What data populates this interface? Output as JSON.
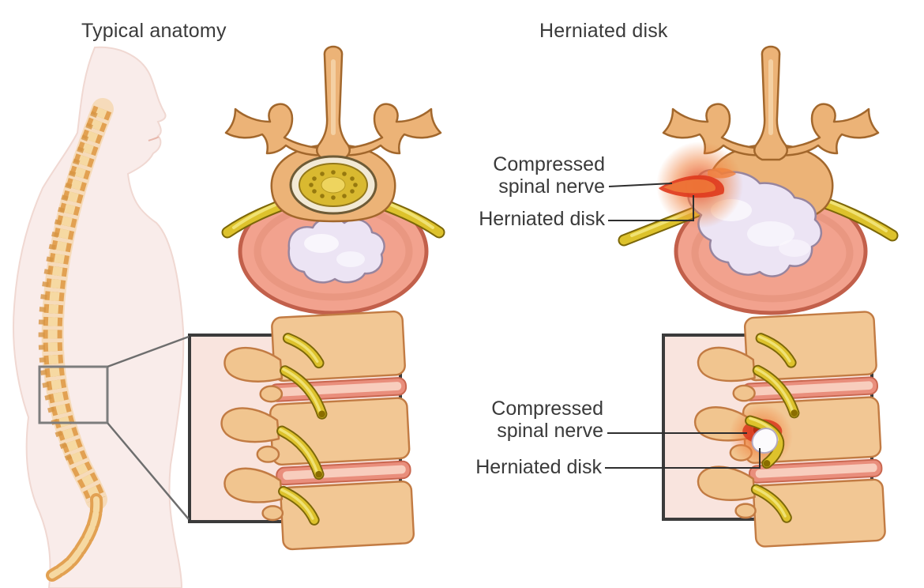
{
  "titles": {
    "left": "Typical anatomy",
    "right": "Herniated disk"
  },
  "callouts": {
    "top": {
      "compressed_nerve": "Compressed spinal nerve",
      "herniated_disk": "Herniated disk"
    },
    "bottom": {
      "compressed_nerve": "Compressed spinal nerve",
      "herniated_disk": "Herniated disk"
    }
  },
  "colors": {
    "page_bg": "#ffffff",
    "label_text": "#3a3a3a",
    "leader_line": "#2e2e2e",
    "inset_border": "#3b3b3b",
    "magnifier_box": "#7d7d7d",
    "bone": "#ecb377",
    "bone_outline": "#a2672c",
    "bone_highlight": "#f8ddb6",
    "spinal_cord": "#d9b930",
    "nerve_root": "#ddc22c",
    "disc_annulus": "#f2a28e",
    "disc_outline": "#c2604b",
    "nucleus": "#ece4f4",
    "nucleus_outline": "#97859f",
    "inflammation_red": "#e03c1e",
    "inflammation_orange": "#f07f3c",
    "body_silhouette": "#f9ecea",
    "inset_background": "#f9e4de"
  }
}
